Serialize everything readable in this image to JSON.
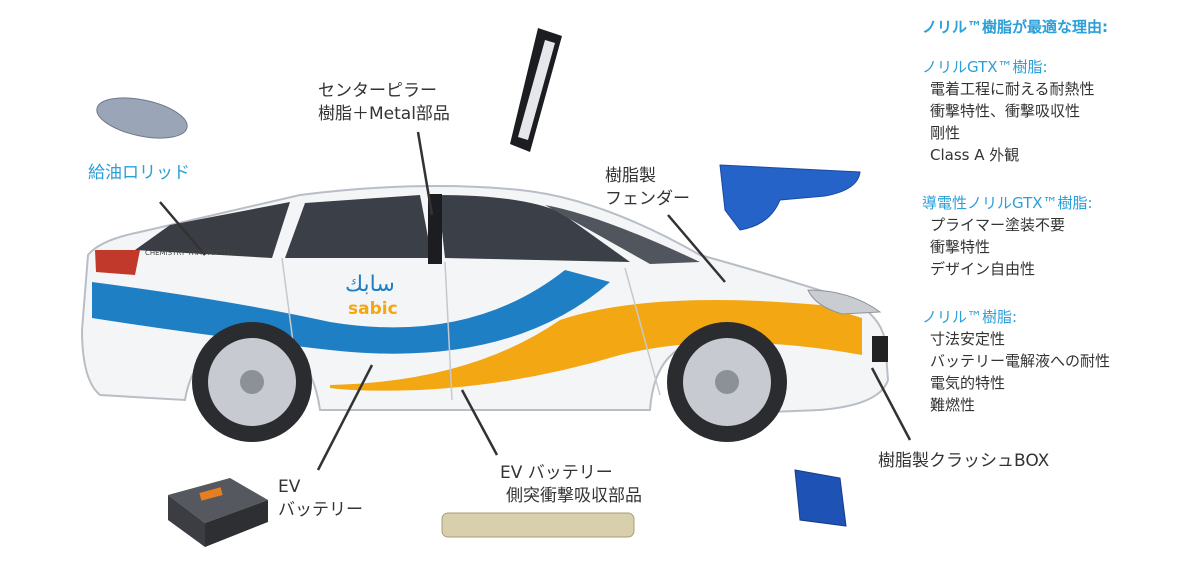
{
  "labels": {
    "fuel_lid": "給油ロリッド",
    "center_pillar_line1": "センターピラー",
    "center_pillar_line2": "樹脂＋Metal部品",
    "fender_line1": "樹脂製",
    "fender_line2": "フェンダー",
    "ev_battery_line1": "EV",
    "ev_battery_line2": "バッテリー",
    "ev_side_line1": "EV バッテリー",
    "ev_side_line2": "側突衝撃吸収部品",
    "crash_box": "樹脂製クラッシュBOX"
  },
  "car": {
    "brand_arabic": "سابك",
    "brand_latin": "sabic",
    "slogan": "CHEMISTRY THAT MATTERS™"
  },
  "panel": {
    "title": "ノリル™樹脂が最適な理由:",
    "sections": [
      {
        "heading": "ノリルGTX™樹脂:",
        "items": [
          "電着工程に耐える耐熱性",
          "衝撃特性、衝撃吸収性",
          "剛性",
          "Class A 外観"
        ]
      },
      {
        "heading": "導電性ノリルGTX™樹脂:",
        "items": [
          "プライマー塗装不要",
          "衝撃特性",
          "デザイン自由性"
        ]
      },
      {
        "heading": "ノリル™樹脂:",
        "items": [
          "寸法安定性",
          "バッテリー電解液への耐性",
          "電気的特性",
          "難燃性"
        ]
      }
    ]
  },
  "colors": {
    "accent_blue": "#2a9fd8",
    "car_blue": "#1f7fc4",
    "car_yellow": "#f3a712",
    "text": "#333333"
  }
}
